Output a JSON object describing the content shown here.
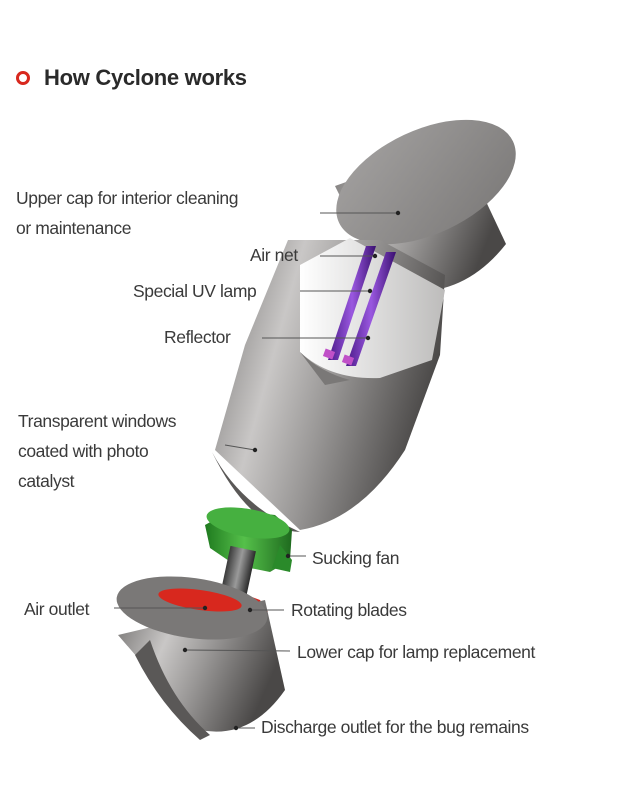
{
  "title": "How Cyclone works",
  "labels": {
    "upper_cap_1": "Upper cap for interior cleaning",
    "upper_cap_2": "or maintenance",
    "air_net": "Air net",
    "uv_lamp": "Special UV lamp",
    "reflector": "Reflector",
    "windows_1": "Transparent windows",
    "windows_2": "coated with photo",
    "windows_3": "catalyst",
    "sucking_fan": "Sucking fan",
    "air_outlet": "Air outlet",
    "rotating_blades": "Rotating blades",
    "lower_cap": "Lower cap for lamp replacement",
    "discharge": "Discharge outlet for the bug remains"
  },
  "colors": {
    "accent": "#d8281e",
    "body_gray": "#8d8b8a",
    "lamp_purple": "#6a2aa8",
    "fan_green": "#3a9a3a",
    "blade_red": "#d8281e"
  }
}
